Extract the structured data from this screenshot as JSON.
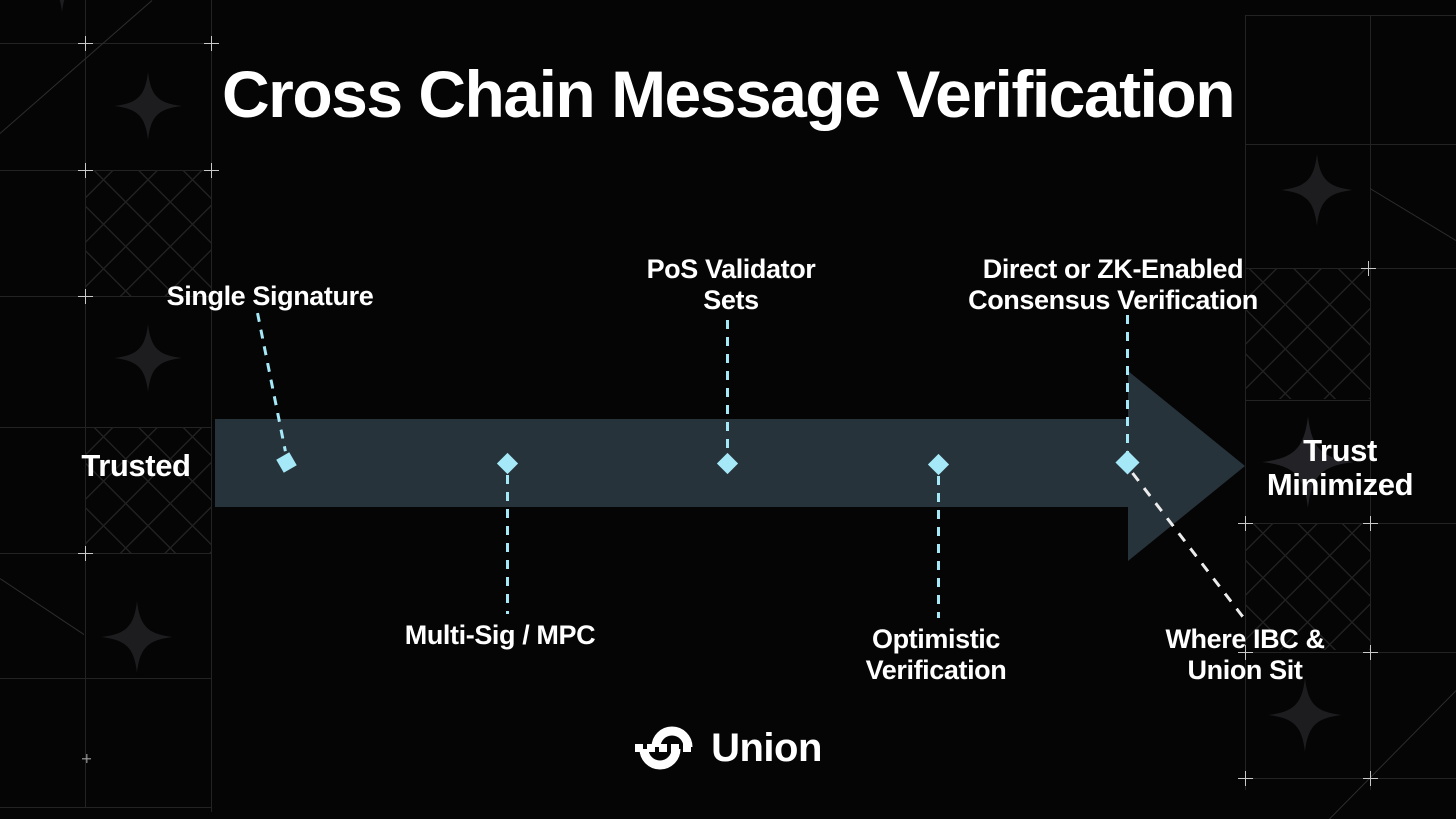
{
  "title": "Cross Chain Message Verification",
  "spectrum": {
    "left_label": "Trusted",
    "right_label": "Trust\nMinimized"
  },
  "milestones": [
    {
      "label": "Single Signature",
      "position": "above"
    },
    {
      "label": "Multi-Sig / MPC",
      "position": "below"
    },
    {
      "label": "PoS Validator\nSets",
      "position": "above"
    },
    {
      "label": "Optimistic\nVerification",
      "position": "below"
    },
    {
      "label": "Direct or ZK-Enabled\nConsensus Verification",
      "position": "above"
    }
  ],
  "annotation": {
    "label": "Where IBC &\nUnion Sit"
  },
  "logo": {
    "text": "Union"
  },
  "colors": {
    "background": "#050505",
    "arrow": "#27333b",
    "accent": "#a5e8f7",
    "text": "#ffffff"
  }
}
